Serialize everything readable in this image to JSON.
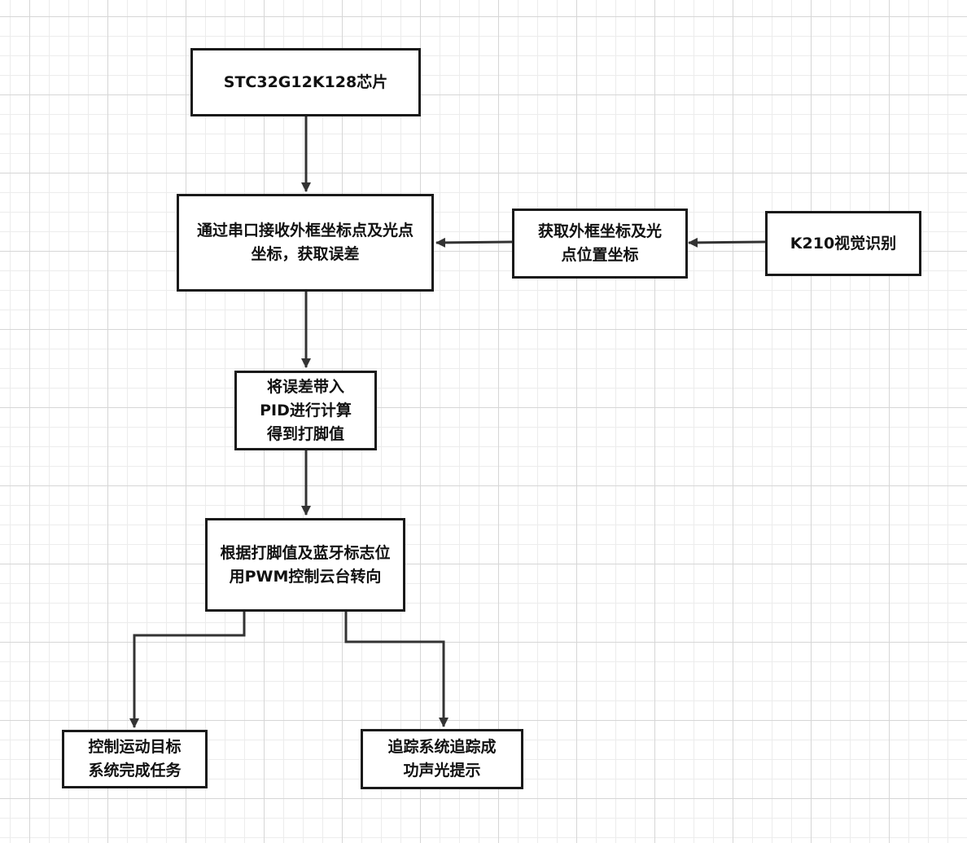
{
  "diagram": {
    "nodes": {
      "chip": "STC32G12K128芯片",
      "receive": "通过串口接收外框坐标点及光点坐标，获取误差",
      "acquire": "获取外框坐标及光点位置坐标",
      "k210": "K210视觉识别",
      "pid": "将误差带入PID进行计算得到打脚值",
      "control": "根据打脚值及蓝牙标志位用PWM控制云台转向",
      "target": "控制运动目标系统完成任务",
      "tracking": "追踪系统追踪成功声光提示"
    },
    "colors": {
      "line": "#333333",
      "border": "#1a1a1a"
    }
  }
}
